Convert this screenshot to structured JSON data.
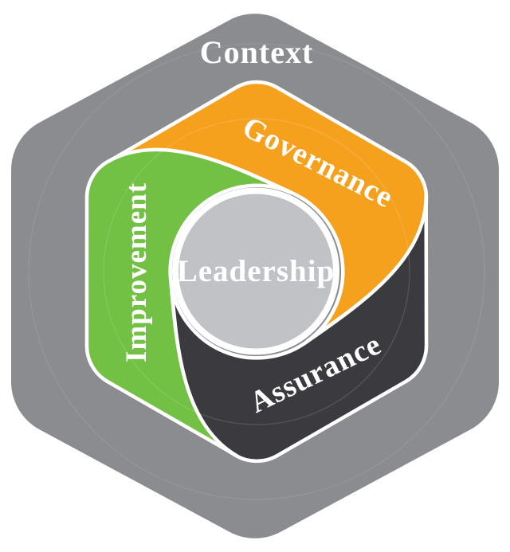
{
  "diagram": {
    "outer_label": "Context",
    "segments": [
      {
        "id": "governance",
        "label": "Governance",
        "color": "#F6A11E"
      },
      {
        "id": "assurance",
        "label": "Assurance",
        "color": "#3B3A3E"
      },
      {
        "id": "improvement",
        "label": "Improvement",
        "color": "#72C044"
      }
    ],
    "center": {
      "label": "Leadership",
      "color": "#C0C2C6"
    },
    "colors": {
      "hexagon": "#8B8C90",
      "outline": "#FFFFFF",
      "text": "#FFFFFF",
      "background": "#FFFFFF"
    }
  }
}
